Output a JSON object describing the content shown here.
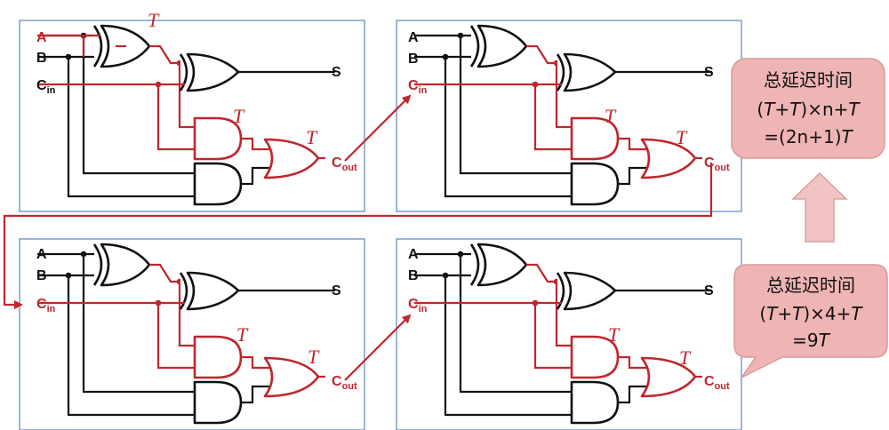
{
  "colors": {
    "critical_path": "#c0262d",
    "frame": "#5b84c4",
    "wire": "#111111",
    "callout_fill": "#efb4b4",
    "arrow_fill": "#f0c4c4"
  },
  "stage_labels": {
    "a": "A",
    "b": "B",
    "cin_main": "C",
    "cin_sub": "in",
    "s": "S",
    "cout_main": "C",
    "cout_sub": "out",
    "gate_delay": "T"
  },
  "callout_general": {
    "line1": "总延迟时间",
    "line2_open": "(",
    "line2_t1": "T",
    "line2_plus": "+",
    "line2_t2": "T",
    "line2_rest": ")×n+",
    "line2_t3": "T",
    "line3_rest": "=(2n+1)",
    "line3_t": "T"
  },
  "callout_specific": {
    "line1": "总延迟时间",
    "line2_open": "(",
    "line2_t1": "T",
    "line2_plus": "+",
    "line2_t2": "T",
    "line2_rest": ")×4+",
    "line2_t3": "T",
    "line3_rest": "=9",
    "line3_t": "T"
  },
  "icons": {
    "up_arrow": "up-arrow-icon"
  }
}
